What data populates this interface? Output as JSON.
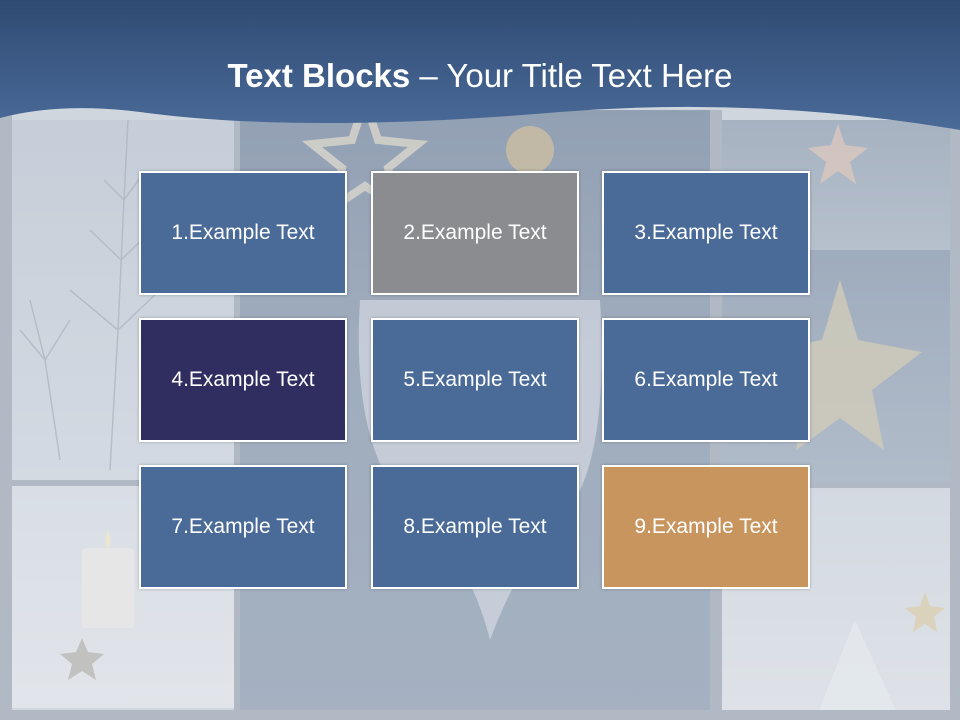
{
  "title": {
    "bold": "Text Blocks",
    "dash": " – ",
    "rest": "Your Title Text Here"
  },
  "blocks": [
    {
      "label": "1.Example Text",
      "color": "#4a6a98"
    },
    {
      "label": "2.Example Text",
      "color": "#8a8c90"
    },
    {
      "label": "3.Example Text",
      "color": "#4a6a98"
    },
    {
      "label": "4.Example Text",
      "color": "#302e60"
    },
    {
      "label": "5.Example Text",
      "color": "#4a6a98"
    },
    {
      "label": "6.Example Text",
      "color": "#4a6a98"
    },
    {
      "label": "7.Example Text",
      "color": "#4a6a98"
    },
    {
      "label": "8.Example Text",
      "color": "#4a6a98"
    },
    {
      "label": "9.Example Text",
      "color": "#c9955e"
    }
  ],
  "colors": {
    "header": "#3a5a88",
    "block_border": "#ffffff"
  }
}
